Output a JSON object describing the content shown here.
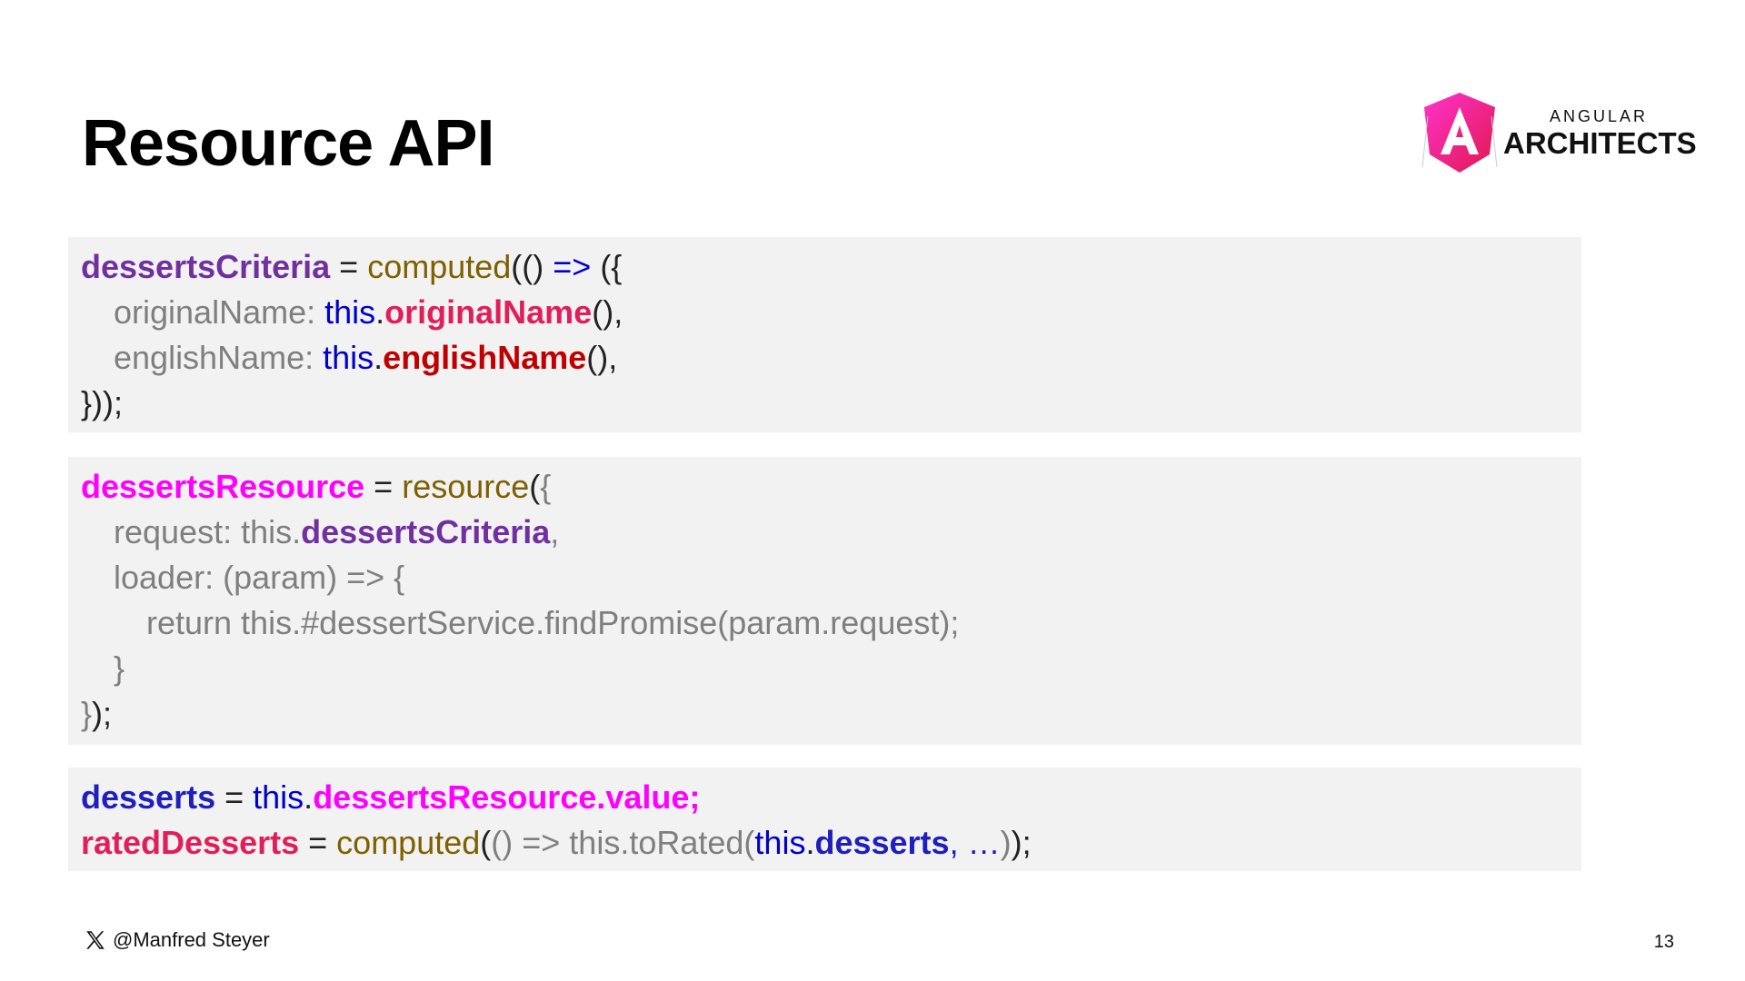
{
  "title": "Resource API",
  "logo": {
    "small": "ANGULAR",
    "big": "ARCHITECTS"
  },
  "blocks": [
    {
      "lines": [
        {
          "indent": 0,
          "tokens": [
            {
              "t": "dessertsCriteria",
              "c": "#7030a0",
              "b": true
            },
            {
              "t": " = ",
              "c": "#222222"
            },
            {
              "t": "computed",
              "c": "#7f6000"
            },
            {
              "t": "(() ",
              "c": "#222222"
            },
            {
              "t": "=>",
              "c": "#0000cc"
            },
            {
              "t": " ({",
              "c": "#222222"
            }
          ]
        },
        {
          "indent": 1,
          "tokens": [
            {
              "t": "originalName: ",
              "c": "#7f7f7f"
            },
            {
              "t": "this",
              "c": "#0000cc"
            },
            {
              "t": ".",
              "c": "#222222"
            },
            {
              "t": "originalName",
              "c": "#e01e5a",
              "b": true
            },
            {
              "t": "(),",
              "c": "#222222"
            }
          ]
        },
        {
          "indent": 1,
          "tokens": [
            {
              "t": "englishName: ",
              "c": "#7f7f7f"
            },
            {
              "t": "this",
              "c": "#0000cc"
            },
            {
              "t": ".",
              "c": "#222222"
            },
            {
              "t": "englishName",
              "c": "#c00000",
              "b": true
            },
            {
              "t": "(),",
              "c": "#222222"
            }
          ]
        },
        {
          "indent": 0,
          "tokens": [
            {
              "t": "}));",
              "c": "#222222"
            }
          ]
        }
      ]
    },
    {
      "lines": [
        {
          "indent": 0,
          "tokens": [
            {
              "t": "dessertsResource",
              "c": "#ff00ff",
              "b": true
            },
            {
              "t": " = ",
              "c": "#222222"
            },
            {
              "t": "resource",
              "c": "#7f6000"
            },
            {
              "t": "(",
              "c": "#222222"
            },
            {
              "t": "{",
              "c": "#7f7f7f"
            }
          ]
        },
        {
          "indent": 1,
          "tokens": [
            {
              "t": "request: this.",
              "c": "#7f7f7f"
            },
            {
              "t": "dessertsCriteria",
              "c": "#7030a0",
              "b": true
            },
            {
              "t": ",",
              "c": "#7f7f7f"
            }
          ]
        },
        {
          "indent": 1,
          "tokens": [
            {
              "t": "loader: (param) => {",
              "c": "#7f7f7f"
            }
          ]
        },
        {
          "indent": 2,
          "tokens": [
            {
              "t": "return this.#dessertService.findPromise(param.request);",
              "c": "#7f7f7f"
            }
          ]
        },
        {
          "indent": 1,
          "tokens": [
            {
              "t": "}",
              "c": "#7f7f7f"
            }
          ]
        },
        {
          "indent": 0,
          "tokens": [
            {
              "t": "}",
              "c": "#7f7f7f"
            },
            {
              "t": ");",
              "c": "#222222"
            }
          ]
        }
      ]
    },
    {
      "lines": [
        {
          "indent": 0,
          "tokens": [
            {
              "t": "desserts",
              "c": "#1f1fbf",
              "b": true
            },
            {
              "t": " = ",
              "c": "#222222"
            },
            {
              "t": "this",
              "c": "#0000cc"
            },
            {
              "t": ".",
              "c": "#222222"
            },
            {
              "t": "dessertsResource.value;",
              "c": "#ff00ff",
              "b": true
            }
          ]
        },
        {
          "indent": 0,
          "tokens": [
            {
              "t": "ratedDesserts",
              "c": "#e01e5a",
              "b": true
            },
            {
              "t": " = ",
              "c": "#222222"
            },
            {
              "t": "computed",
              "c": "#7f6000"
            },
            {
              "t": "(",
              "c": "#222222"
            },
            {
              "t": "() => this.toRated(",
              "c": "#7f7f7f"
            },
            {
              "t": "this",
              "c": "#0000cc"
            },
            {
              "t": ".",
              "c": "#222222"
            },
            {
              "t": "desserts",
              "c": "#1f1fbf",
              "b": true
            },
            {
              "t": ", …",
              "c": "#1f1fbf"
            },
            {
              "t": ")",
              "c": "#7f7f7f"
            },
            {
              "t": ");",
              "c": "#222222"
            }
          ]
        }
      ]
    }
  ],
  "footer": {
    "handle": "@Manfred Steyer",
    "page": "13"
  },
  "colors": {
    "blockBg": "#f2f2f2",
    "logoPink": "#e0218a",
    "logoMagenta": "#ff2aa5"
  }
}
